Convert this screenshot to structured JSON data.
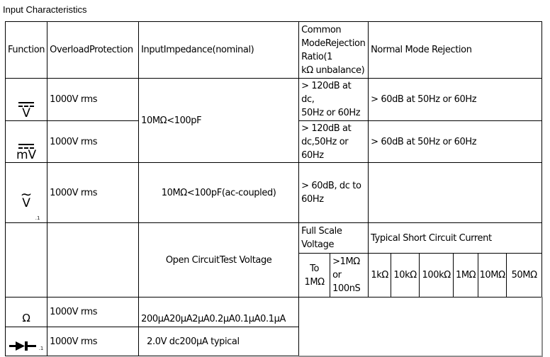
{
  "title": "Input Characteristics",
  "colors": {
    "table_border": "#000000",
    "bottom_right_border": "#909090",
    "text": "#000000"
  },
  "header": {
    "function": "Function",
    "overload": "OverloadProtection",
    "impedance": "InputImpedance(nominal)",
    "cmrr": "Common\nModeRejection\nRatio(1\nkΩ unbalance)",
    "nmr": "Normal Mode Rejection"
  },
  "rows": {
    "vdc": {
      "symbol": "V",
      "overload": "1000V rms",
      "cmrr": "> 120dB at\ndc,\n50Hz or 60Hz",
      "nmr": "> 60dB at 50Hz or 60Hz"
    },
    "mvdc": {
      "symbol": "mV",
      "overload": "1000V rms",
      "cmrr": "> 120dB at\ndc,50Hz or\n60Hz",
      "nmr": "> 60dB at 50Hz or 60Hz"
    },
    "vac": {
      "symbol": "V",
      "symbol_tilde": "∼",
      "footnote": ".1",
      "overload": "1000V rms",
      "impedance": "10MΩ<100pF(ac-coupled)",
      "cmrr": "> 60dB, dc to\n60Hz"
    },
    "shared": {
      "impedance": "10MΩ<100pF"
    },
    "test_voltage": {
      "impedance": "Open CircuitTest Voltage",
      "full_scale": "Full Scale\nVoltage",
      "short_circuit": "Typical Short Circuit Current"
    },
    "subheader": {
      "to_1m": "To\n1MΩ",
      "gt_1m": ">1MΩ\nor\n100nS",
      "cols": [
        "1kΩ",
        "10kΩ",
        "100kΩ",
        "1MΩ",
        "10MΩ",
        "50MΩ"
      ]
    },
    "ohm": {
      "symbol": "Ω",
      "overload": "1000V rms",
      "current": "200µA20µA2µA0.2µA0.1µA0.1µA"
    },
    "diode": {
      "footnote": ".1",
      "overload": "1000V rms",
      "voltage": "2.0V dc200µA typical"
    }
  }
}
